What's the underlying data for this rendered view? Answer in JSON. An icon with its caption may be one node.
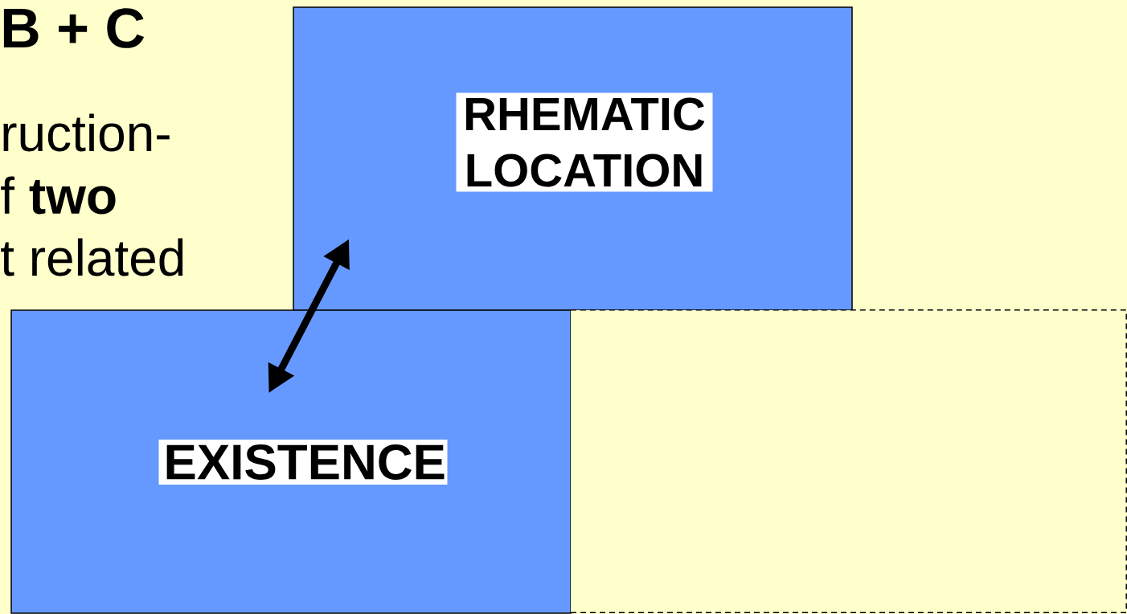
{
  "diagram": {
    "nodes": [
      {
        "text": [
          "RHEMATIC LOCATION"
        ]
      },
      {
        "text": [
          "EXISTENCE"
        ]
      },
      {
        "text": [],
        "shape": "box"
      }
    ],
    "edges": [
      {
        "from": 1,
        "to": 0,
        "arrow": "both"
      }
    ],
    "labels": [
      "B + C",
      "ruction-",
      "f **two**",
      "t related"
    ]
  }
}
